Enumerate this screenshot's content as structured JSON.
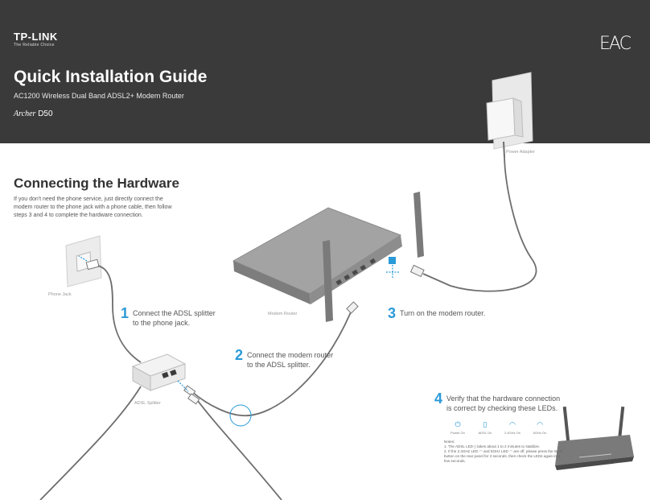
{
  "header": {
    "logo_brand": "TP-LINK",
    "logo_tagline": "The Reliable Choice",
    "certification_mark": "EAC",
    "title": "Quick Installation Guide",
    "subtitle": "AC1200 Wireless Dual Band ADSL2+ Modem Router",
    "model_series": "Archer",
    "model_number": "D50"
  },
  "section": {
    "title": "Connecting the Hardware",
    "intro": "If you don't need the phone service, just directly connect the modem router to the phone jack with a phone cable, then follow steps 3 and 4 to complete the hardware connection."
  },
  "devices": {
    "phone_jack": "Phone Jack",
    "modem_router": "Modem Router",
    "power_adapter": "Power Adapter",
    "adsl_splitter": "ADSL Splitter"
  },
  "steps": [
    {
      "number": "1",
      "text_line1": "Connect the ADSL splitter",
      "text_line2": "to the phone jack."
    },
    {
      "number": "2",
      "text_line1": "Connect the modem router",
      "text_line2": "to the ADSL splitter."
    },
    {
      "number": "3",
      "text_line1": "Turn on the modem router.",
      "text_line2": ""
    },
    {
      "number": "4",
      "text_line1": "Verify that the hardware connection",
      "text_line2": "is correct by checking these LEDs."
    }
  ],
  "leds": [
    {
      "icon": "power-icon",
      "symbol": "⏻",
      "label": "Power On"
    },
    {
      "icon": "adsl-icon",
      "symbol": "▯",
      "label": "ADSL On"
    },
    {
      "icon": "wifi-icon",
      "symbol": "◠",
      "label": "2.4GHz On"
    },
    {
      "icon": "wifi-icon",
      "symbol": "◠",
      "label": "5GHz On"
    }
  ],
  "notes": {
    "heading": "Notes:",
    "items": [
      "1. The ADSL LED ▯ takes about 1 to 2 minutes to stabilize.",
      "2. If the 2.4GHz LED ◠ and 5GHz LED ◠ are off, please press the Wi-Fi button on the rear panel for 2 seconds, then check the LEDs again in a few seconds."
    ]
  },
  "colors": {
    "header_bg": "#3a3a3a",
    "accent": "#2a9ad8",
    "cable": "#6e6e6e",
    "router_body": "#9a9a9a",
    "wall": "#ececec"
  }
}
